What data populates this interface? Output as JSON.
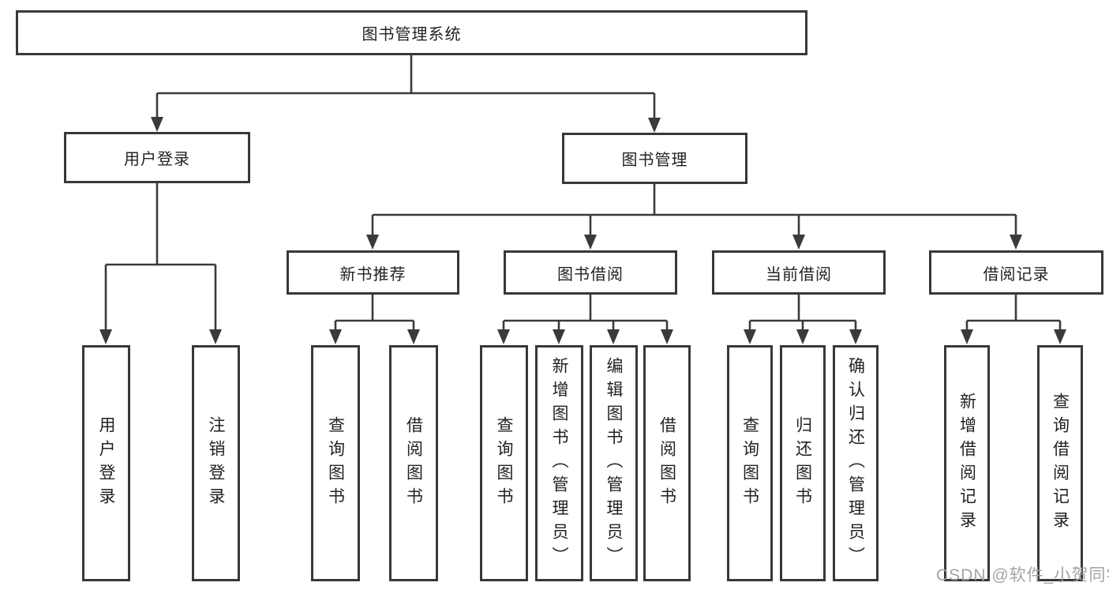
{
  "title": "图书管理系统",
  "tree": {
    "root": {
      "label": "图书管理系统"
    },
    "branches": [
      {
        "label": "用户登录",
        "children": [
          {
            "label": "用户登录"
          },
          {
            "label": "注销登录"
          }
        ]
      },
      {
        "label": "图书管理",
        "children": [
          {
            "label": "新书推荐",
            "children": [
              {
                "label": "查询图书"
              },
              {
                "label": "借阅图书"
              }
            ]
          },
          {
            "label": "图书借阅",
            "children": [
              {
                "label": "查询图书"
              },
              {
                "label": "新增图书（管理员）"
              },
              {
                "label": "编辑图书（管理员）"
              },
              {
                "label": "借阅图书"
              }
            ]
          },
          {
            "label": "当前借阅",
            "children": [
              {
                "label": "查询图书"
              },
              {
                "label": "归还图书"
              },
              {
                "label": "确认归还（管理员）"
              }
            ]
          },
          {
            "label": "借阅记录",
            "children": [
              {
                "label": "新增借阅记录"
              },
              {
                "label": "查询借阅记录"
              }
            ]
          }
        ]
      }
    ]
  },
  "watermark": {
    "text": "CSDN @软件_小贺同学"
  },
  "colors": {
    "line": "#3a3a3a",
    "box_border": "#383838",
    "box_fill": "#ffffff",
    "text": "#222222",
    "watermark": "#9e9e9e",
    "background": "#ffffff"
  }
}
